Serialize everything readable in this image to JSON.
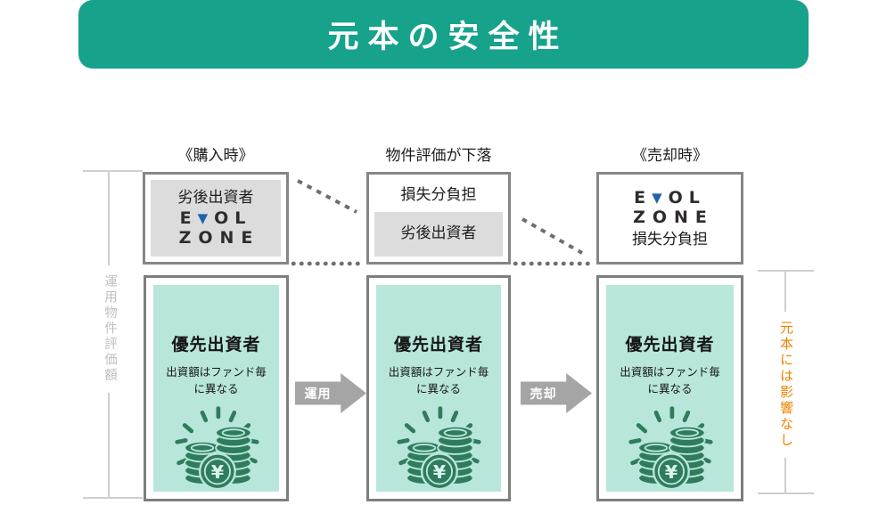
{
  "title": "元本の安全性",
  "colors": {
    "banner_green": "#17a28b",
    "teal_light": "#b8e6db",
    "coin_green": "#2f7c5d",
    "accent_orange": "#ef8200",
    "logo_blue": "#2062ab",
    "inner_gray": "#dcdcdc"
  },
  "stage_headings": {
    "purchase": "《購入時》",
    "decline": "物件評価が下落",
    "sale": "《売却時》"
  },
  "logo": {
    "e": "E",
    "v": "▼",
    "ol": "OL",
    "zone": "ZONE"
  },
  "top_boxes": {
    "purchase": {
      "subordinated_label": "劣後出資者"
    },
    "decline": {
      "loss_label": "損失分負担",
      "subordinated_label": "劣後出資者"
    },
    "sale": {
      "loss_label": "損失分負担"
    }
  },
  "priority_box": {
    "title": "優先出資者",
    "note_line1": "出資額はファンド毎",
    "note_line2": "に異なる",
    "coin_symbol": "¥"
  },
  "arrows": {
    "operate": "運用",
    "sell": "売却"
  },
  "side_labels": {
    "left": "運用物件評価額",
    "right": "元本には影響なし"
  }
}
